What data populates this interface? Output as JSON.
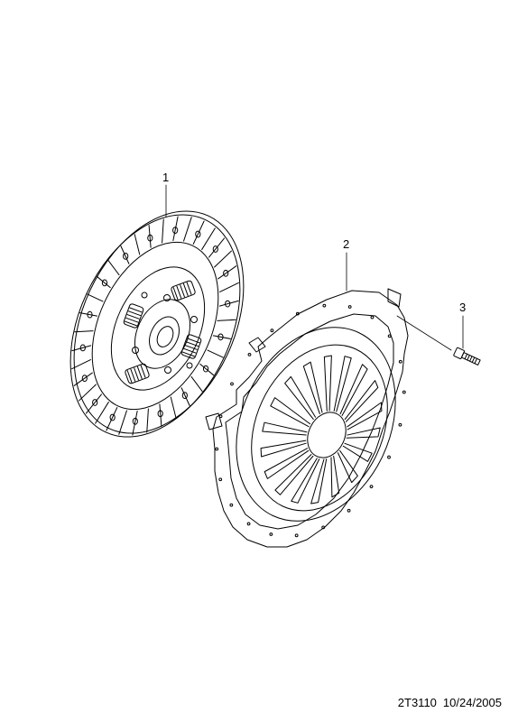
{
  "callouts": {
    "clutch_disc": "1",
    "pressure_plate": "2",
    "bolt": "3"
  },
  "footer": {
    "drawing_id": "2T3110",
    "date": "10/24/2005"
  }
}
